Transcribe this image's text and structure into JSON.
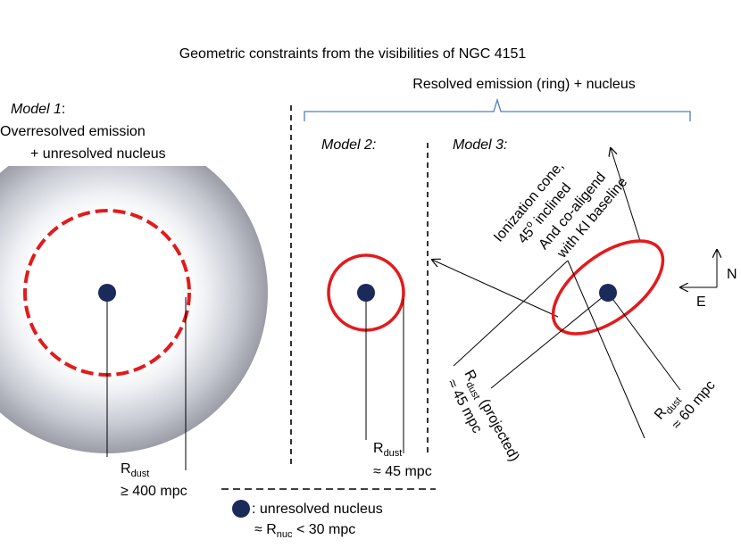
{
  "title": "Geometric constraints from the visibilities of NGC 4151",
  "group_label": "Resolved emission (ring) + nucleus",
  "model1": {
    "name": "Model 1",
    "name_suffix": ":",
    "line1": "Overresolved emission",
    "line2": "+ unresolved nucleus",
    "rdust_main": "R",
    "rdust_sub": "dust",
    "rdust_value": "≥ 400 mpc"
  },
  "model2": {
    "name": "Model 2:",
    "rdust_main": "R",
    "rdust_sub": "dust",
    "rdust_value": "≈ 45 mpc"
  },
  "model3": {
    "name": "Model 3:",
    "cone_line1": "Ionization cone,",
    "cone_line2_pre": "45",
    "cone_line2_sup": "o",
    "cone_line2_post": " inclined",
    "cone_line3": "And co-aligend",
    "cone_line4": "with KI baseline",
    "proj_main": "R",
    "proj_sub": "dust",
    "proj_post": " (projected)",
    "proj_value": "≈ 45 mpc",
    "rdust_main": "R",
    "rdust_sub": "dust",
    "rdust_value": "≈ 60 mpc"
  },
  "compass": {
    "north": "N",
    "east": "E"
  },
  "legend": {
    "nucleus_label": ": unresolved nucleus",
    "rnuc_pre": "≈ R",
    "rnuc_sub": "nuc",
    "rnuc_post": " < 30 mpc"
  },
  "colors": {
    "ring": "#e31a1c",
    "nucleus": "#1a2a5a",
    "halo": "#9a9ca6",
    "bracket": "#4f7fbf"
  }
}
